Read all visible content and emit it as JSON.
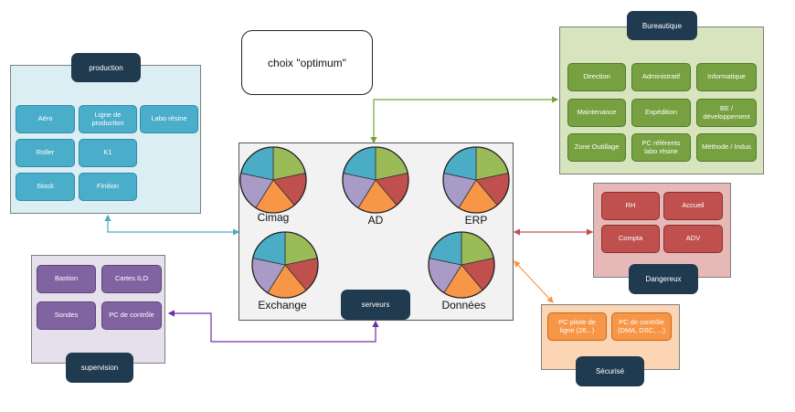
{
  "note": {
    "text": "choix \"optimum\""
  },
  "production": {
    "title": "production",
    "items": [
      "Aéro",
      "Ligne de production",
      "Labo résine",
      "Roller",
      "K1",
      "Stock",
      "Finition"
    ]
  },
  "bureautique": {
    "title": "Bureautique",
    "items": [
      "Direction",
      "Administratif",
      "Informatique",
      "Maintenance",
      "Expédition",
      "BE / développement",
      "Zone Outillage",
      "PC référents labo résine",
      "Méthode / Indus"
    ]
  },
  "dangereux": {
    "title": "Dangereux",
    "items": [
      "RH",
      "Accueil",
      "Compta",
      "ADV"
    ]
  },
  "securise": {
    "title": "Sécurisé",
    "items": [
      "PC pilote de ligne (26...)",
      "PC de contrôle (DMA, DSC, ...)"
    ]
  },
  "supervision": {
    "title": "supervision",
    "items": [
      "Bastion",
      "Cartes ILO",
      "Sondes",
      "PC de contrôle"
    ]
  },
  "serveurs": {
    "title": "serveurs",
    "servers": [
      "Cimag",
      "AD",
      "ERP",
      "Exchange",
      "Données"
    ]
  },
  "colors": {
    "pie_slices": [
      "#9bbb59",
      "#c0504d",
      "#f79646",
      "#a99bc8",
      "#4bacc6"
    ],
    "link_production": "#4bacc6",
    "link_bureautique": "#77a140",
    "link_dangereux": "#c0504d",
    "link_securise": "#f79646",
    "link_supervision": "#7030a0"
  }
}
